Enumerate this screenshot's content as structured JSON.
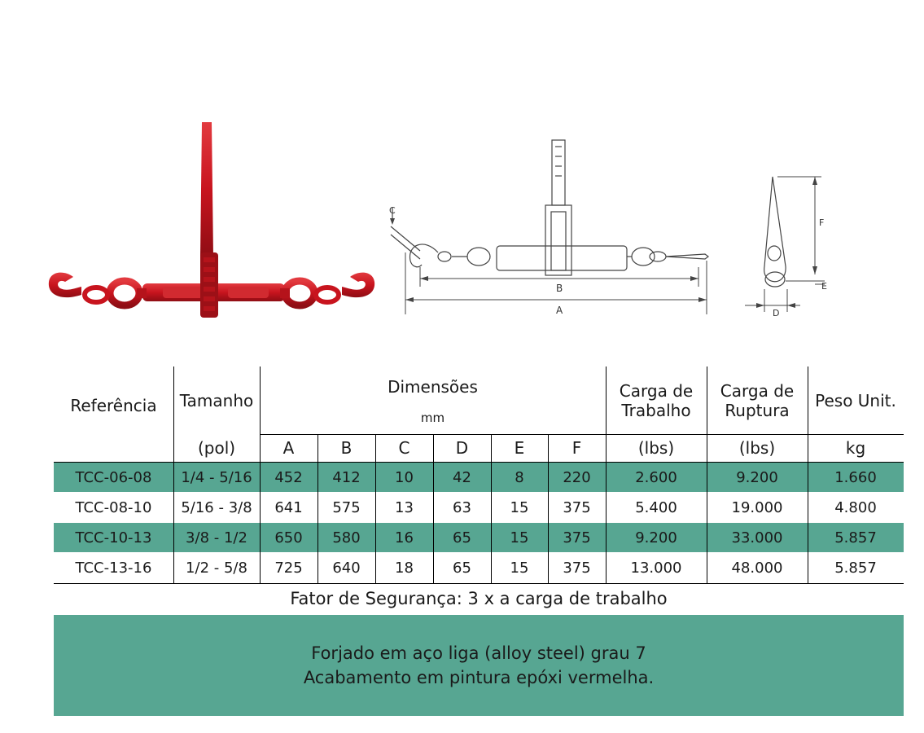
{
  "figures": {
    "photo_icon": "ratchet-load-binder-photo",
    "drawing_labels": {
      "a": "A",
      "b": "B",
      "c": "C",
      "d": "D",
      "e": "E",
      "f": "F"
    },
    "product_color": "#c8141e",
    "accent_color": "#57a692"
  },
  "table": {
    "headers": {
      "referencia": "Referência",
      "tamanho": "Tamanho",
      "dimensoes": "Dimensões",
      "dimensoes_unit": "mm",
      "carga_trabalho": "Carga de Trabalho",
      "carga_ruptura": "Carga de Ruptura",
      "peso": "Peso Unit."
    },
    "subheaders": {
      "tamanho_unit": "(pol)",
      "a": "A",
      "b": "B",
      "c": "C",
      "d": "D",
      "e": "E",
      "f": "F",
      "trabalho_unit": "(lbs)",
      "ruptura_unit": "(lbs)",
      "peso_unit": "kg"
    },
    "rows": [
      {
        "ref": "TCC-06-08",
        "tam": "1/4 - 5/16",
        "a": "452",
        "b": "412",
        "c": "10",
        "d": "42",
        "e": "8",
        "f": "220",
        "trabalho": "2.600",
        "ruptura": "9.200",
        "peso": "1.660",
        "highlight": true
      },
      {
        "ref": "TCC-08-10",
        "tam": "5/16 - 3/8",
        "a": "641",
        "b": "575",
        "c": "13",
        "d": "63",
        "e": "15",
        "f": "375",
        "trabalho": "5.400",
        "ruptura": "19.000",
        "peso": "4.800",
        "highlight": false
      },
      {
        "ref": "TCC-10-13",
        "tam": "3/8 - 1/2",
        "a": "650",
        "b": "580",
        "c": "16",
        "d": "65",
        "e": "15",
        "f": "375",
        "trabalho": "9.200",
        "ruptura": "33.000",
        "peso": "5.857",
        "highlight": true
      },
      {
        "ref": "TCC-13-16",
        "tam": "1/2 - 5/8",
        "a": "725",
        "b": "640",
        "c": "18",
        "d": "65",
        "e": "15",
        "f": "375",
        "trabalho": "13.000",
        "ruptura": "48.000",
        "peso": "5.857",
        "highlight": false
      }
    ]
  },
  "note": "Fator de Segurança: 3 x a carga de trabalho",
  "banner": {
    "line1": "Forjado em aço liga (alloy steel) grau 7",
    "line2": "Acabamento em pintura epóxi vermelha."
  }
}
